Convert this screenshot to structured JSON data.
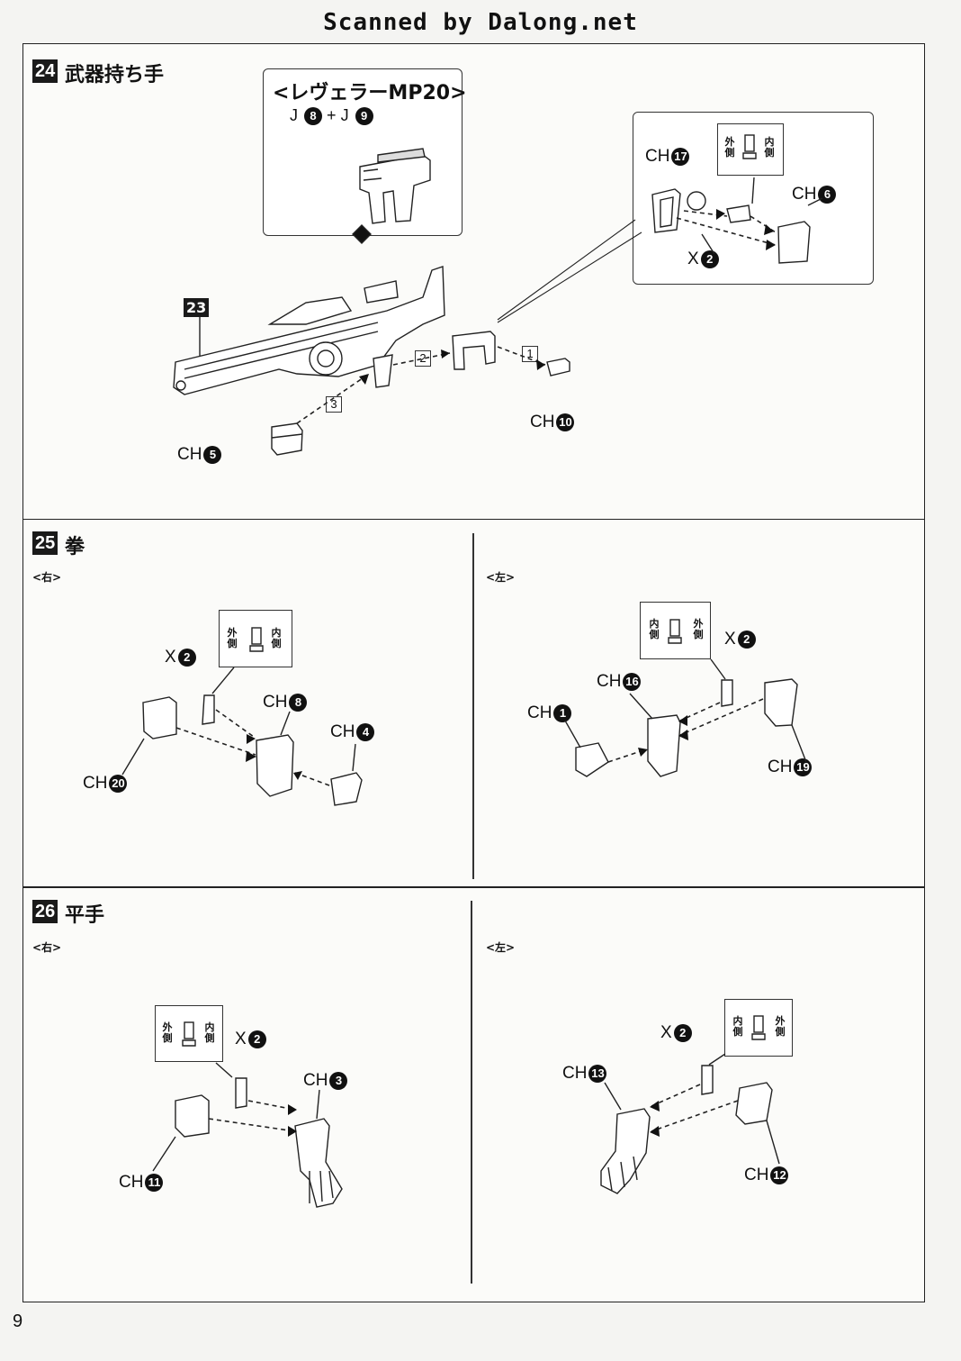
{
  "scan_credit": "Scanned by Dalong.net",
  "page_number": "9",
  "step24": {
    "number": "24",
    "title": "武器持ち手",
    "rifle_title": "<レヴェラーMP20>",
    "rifle_parts": {
      "p1": "J",
      "n1": "8",
      "plus": "+",
      "p2": "J",
      "n2": "9"
    },
    "ref_step": "23",
    "io": {
      "outer": "外側",
      "inner": "内側"
    },
    "labels": {
      "ch17": {
        "t": "CH",
        "n": "17"
      },
      "ch6": {
        "t": "CH",
        "n": "6"
      },
      "x2": {
        "t": "X",
        "n": "2"
      },
      "ch10": {
        "t": "CH",
        "n": "10"
      },
      "ch5": {
        "t": "CH",
        "n": "5"
      }
    },
    "order": [
      "1",
      "2",
      "3"
    ]
  },
  "step25": {
    "number": "25",
    "title": "拳",
    "right": {
      "side": "<右>",
      "io": {
        "outer": "外側",
        "inner": "内側"
      },
      "labels": {
        "x2": {
          "t": "X",
          "n": "2"
        },
        "ch8": {
          "t": "CH",
          "n": "8"
        },
        "ch4": {
          "t": "CH",
          "n": "4"
        },
        "ch20": {
          "t": "CH",
          "n": "20"
        }
      }
    },
    "left": {
      "side": "<左>",
      "io": {
        "inner": "内側",
        "outer": "外側"
      },
      "labels": {
        "x2": {
          "t": "X",
          "n": "2"
        },
        "ch16": {
          "t": "CH",
          "n": "16"
        },
        "ch1": {
          "t": "CH",
          "n": "1"
        },
        "ch19": {
          "t": "CH",
          "n": "19"
        }
      }
    }
  },
  "step26": {
    "number": "26",
    "title": "平手",
    "right": {
      "side": "<右>",
      "io": {
        "outer": "外側",
        "inner": "内側"
      },
      "labels": {
        "x2": {
          "t": "X",
          "n": "2"
        },
        "ch3": {
          "t": "CH",
          "n": "3"
        },
        "ch11": {
          "t": "CH",
          "n": "11"
        }
      }
    },
    "left": {
      "side": "<左>",
      "io": {
        "inner": "内側",
        "outer": "外側"
      },
      "labels": {
        "x2": {
          "t": "X",
          "n": "2"
        },
        "ch13": {
          "t": "CH",
          "n": "13"
        },
        "ch12": {
          "t": "CH",
          "n": "12"
        }
      }
    }
  }
}
